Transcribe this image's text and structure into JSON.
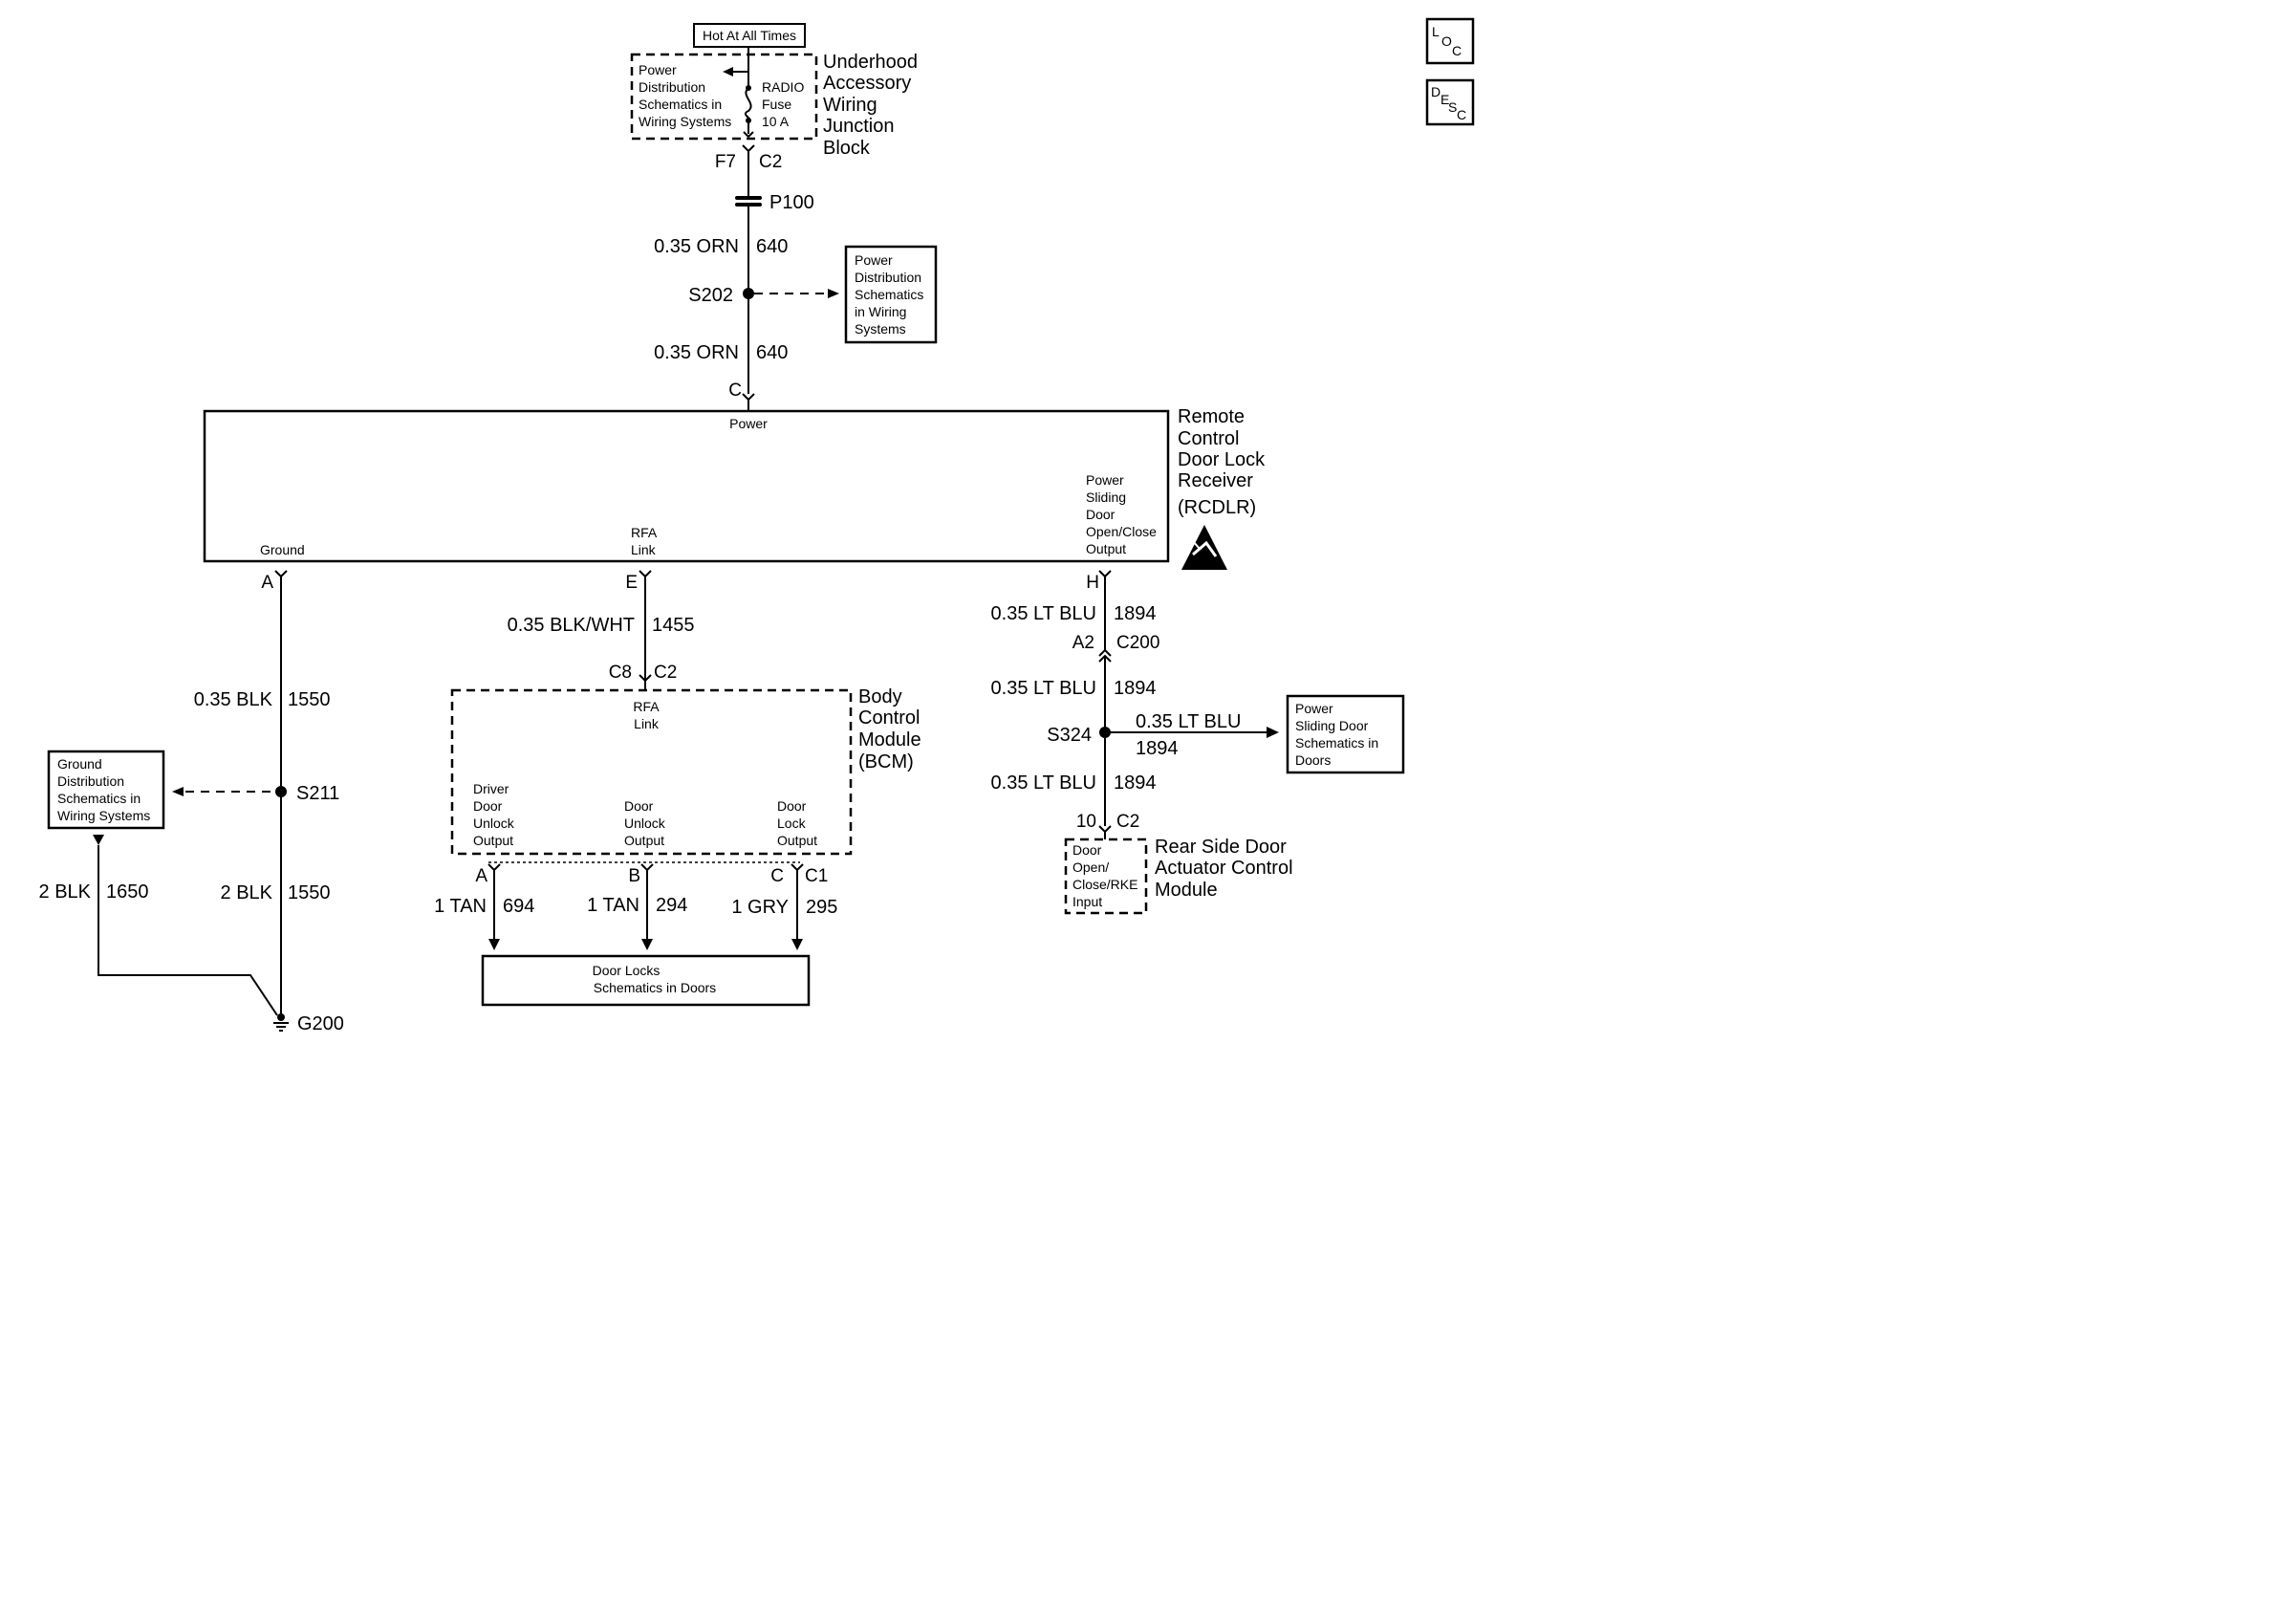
{
  "header": {
    "hot_label": "Hot At All Times"
  },
  "icons": {
    "loc": [
      "L",
      "O",
      "C"
    ],
    "desc": [
      "D",
      "E",
      "S",
      "C"
    ],
    "esd": "esd-warning-icon"
  },
  "fuse_block": {
    "inner_text": [
      "Power",
      "Distribution",
      "Schematics in",
      "Wiring Systems"
    ],
    "fuse_text": [
      "RADIO",
      "Fuse",
      "10 A"
    ],
    "name": [
      "Underhood",
      "Accessory",
      "Wiring",
      "Junction",
      "Block"
    ],
    "pin": "F7",
    "conn": "C2"
  },
  "p100": {
    "label": "P100"
  },
  "wire_640_upper": {
    "gauge": "0.35 ORN",
    "circuit": "640"
  },
  "s202": {
    "label": "S202",
    "ref_text": [
      "Power",
      "Distribution",
      "Schematics",
      "in Wiring",
      "Systems"
    ]
  },
  "wire_640_lower": {
    "gauge": "0.35 ORN",
    "circuit": "640"
  },
  "rcdlr": {
    "pin_c": "C",
    "power_label": "Power",
    "ground_label": "Ground",
    "rfa_label": [
      "RFA",
      "Link"
    ],
    "output_label": [
      "Power",
      "Sliding",
      "Door",
      "Open/Close",
      "Output"
    ],
    "name": [
      "Remote",
      "Control",
      "Door Lock",
      "Receiver",
      "(RCDLR)"
    ]
  },
  "ground_circuit": {
    "pin": "A",
    "wire1": {
      "gauge": "0.35 BLK",
      "circuit": "1550"
    },
    "s211": "S211",
    "ref_text": [
      "Ground",
      "Distribution",
      "Schematics in",
      "Wiring Systems"
    ],
    "wire2": {
      "gauge": "2 BLK",
      "circuit": "1550"
    },
    "wire3": {
      "gauge": "2 BLK",
      "circuit": "1650"
    },
    "g200": "G200"
  },
  "rfa_circuit": {
    "pin": "E",
    "wire": {
      "gauge": "0.35 BLK/WHT",
      "circuit": "1455"
    },
    "bcm_pin": "C8",
    "bcm_conn": "C2"
  },
  "bcm": {
    "rfa_label": [
      "RFA",
      "Link"
    ],
    "out1": [
      "Driver",
      "Door",
      "Unlock",
      "Output"
    ],
    "out2": [
      "Door",
      "Unlock",
      "Output"
    ],
    "out3": [
      "Door",
      "Lock",
      "Output"
    ],
    "name": [
      "Body",
      "Control",
      "Module",
      "(BCM)"
    ],
    "pin_a": "A",
    "pin_b": "B",
    "pin_c": "C",
    "conn": "C1",
    "wire_a": {
      "gauge": "1 TAN",
      "circuit": "694"
    },
    "wire_b": {
      "gauge": "1 TAN",
      "circuit": "294"
    },
    "wire_c": {
      "gauge": "1 GRY",
      "circuit": "295"
    }
  },
  "door_locks_ref": [
    "Door Locks",
    "Schematics in Doors"
  ],
  "sliding_circuit": {
    "pin": "H",
    "wire1": {
      "gauge": "0.35 LT BLU",
      "circuit": "1894"
    },
    "c200_pin": "A2",
    "c200": "C200",
    "wire2": {
      "gauge": "0.35 LT BLU",
      "circuit": "1894"
    },
    "s324": "S324",
    "branch_wire": {
      "gauge": "0.35 LT BLU",
      "circuit": "1894"
    },
    "ref_text": [
      "Power",
      "Sliding Door",
      "Schematics in",
      "Doors"
    ],
    "wire3": {
      "gauge": "0.35 LT BLU",
      "circuit": "1894"
    },
    "module_pin": "10",
    "module_conn": "C2",
    "module_inner": [
      "Door",
      "Open/",
      "Close/RKE",
      "Input"
    ],
    "module_name": [
      "Rear Side Door",
      "Actuator Control",
      "Module"
    ]
  }
}
